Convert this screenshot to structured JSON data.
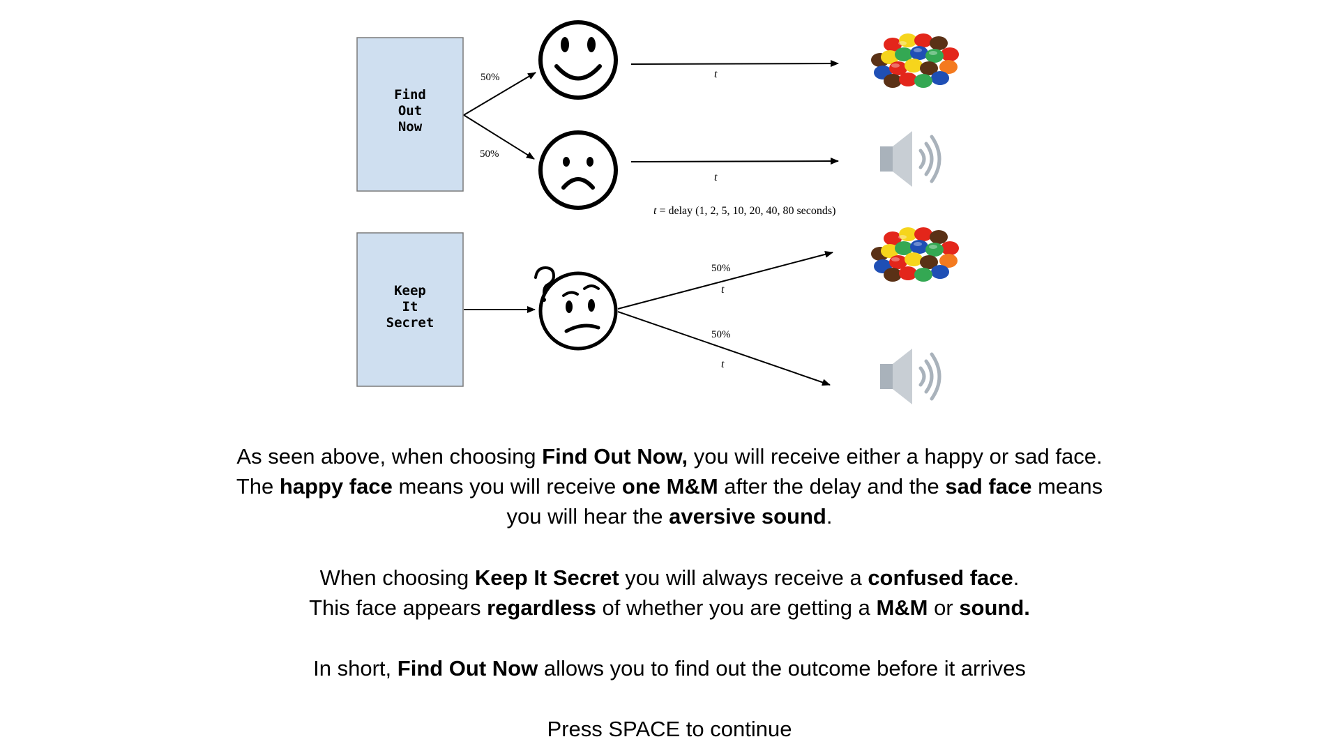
{
  "diagram": {
    "find_out_now_box": {
      "lines": [
        "Find",
        "Out",
        "Now"
      ]
    },
    "keep_it_secret_box": {
      "lines": [
        "Keep",
        "It",
        "Secret"
      ]
    },
    "probabilities": {
      "top_upper": "50%",
      "top_lower": "50%",
      "bottom_upper": "50%",
      "bottom_lower": "50%"
    },
    "delay_symbol": "t",
    "delay_legend": {
      "symbol": "t",
      "text": " = delay (1, 2, 5, 10, 20, 40, 80 seconds)"
    },
    "icons": {
      "happy": "happy-face-icon",
      "sad": "sad-face-icon",
      "confused": "confused-face-icon",
      "reward": "mm-candy-icon",
      "sound": "speaker-sound-icon"
    },
    "colors": {
      "box_fill": "#cfdff0",
      "box_stroke": "#7a7a7a",
      "candy": [
        "#e3261b",
        "#f6d51c",
        "#1f4fb5",
        "#34a853",
        "#f47a1f",
        "#5a3116"
      ],
      "speaker": "#a9b2bb"
    }
  },
  "instructions": {
    "para1": {
      "line1": {
        "t1": "As seen above, when choosing ",
        "b1": "Find Out Now,",
        "t2": " you will receive either a happy or sad face."
      },
      "line2": {
        "t1": "The ",
        "b1": "happy face",
        "t2": " means you will receive ",
        "b2": "one M&M",
        "t3": " after the delay and the ",
        "b3": "sad face",
        "t4": " means"
      },
      "line3": {
        "t1": "you will hear the ",
        "b1": "aversive sound",
        "t2": "."
      }
    },
    "para2": {
      "line1": {
        "t1": "When choosing ",
        "b1": "Keep It Secret",
        "t2": " you will always receive a ",
        "b2": "confused face",
        "t3": "."
      },
      "line2": {
        "t1": "This face appears ",
        "b1": "regardless",
        "t2": " of whether you are getting a ",
        "b2": "M&M",
        "t3": " or ",
        "b3": "sound."
      }
    },
    "para3": {
      "t1": "In short, ",
      "b1": "Find Out Now",
      "t2": " allows you to find out the outcome before it arrives"
    },
    "continue": "Press SPACE to continue"
  }
}
